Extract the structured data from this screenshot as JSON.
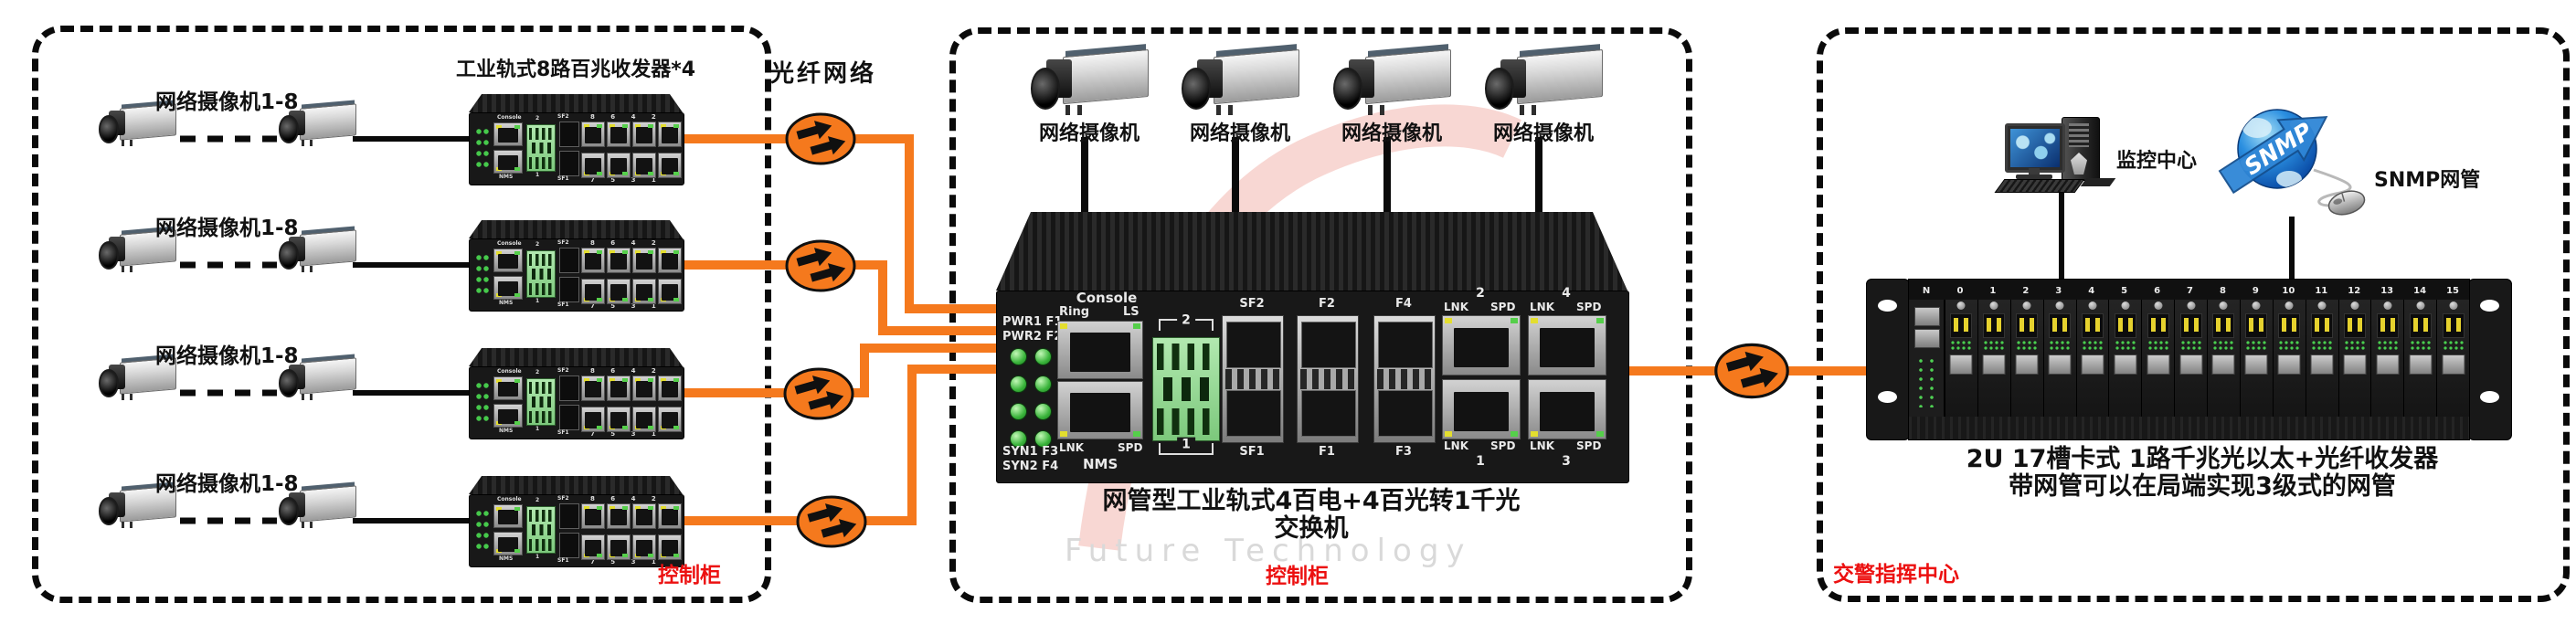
{
  "colors": {
    "orange": "#f5791d",
    "red": "#ec1010",
    "led_green": "#3ab43b",
    "led_yellow": "#e3de2f",
    "terminal_green": "#9ce09c",
    "globe_blue": "#2b8fe0",
    "watermark_gray": "#d9d9d9",
    "watermark_pink": "rgba(237,150,140,0.38)"
  },
  "zones": {
    "fiber_label": "光纤网络",
    "left": {
      "title": "工业轨式8路百兆收发器*4",
      "camera_label": "网络摄像机1-8",
      "cabinet_label": "控制柜"
    },
    "middle": {
      "camera_label": "网络摄像机",
      "caption_line1": "网管型工业轨式4百电+4百光转1千光",
      "caption_line2": "交换机",
      "cabinet_label": "控制柜",
      "watermark_text": "Future Technology"
    },
    "right": {
      "monitor_label": "监控中心",
      "snmp_label": "SNMP网管",
      "globe_text": "SNMP",
      "caption_line1": "2U 17槽卡式 1路千兆光以太+光纤收发器",
      "caption_line2": "带网管可以在局端实现3级式的网管",
      "center_label": "交警指挥中心"
    }
  },
  "switch_panel": {
    "console": "Console",
    "ring": "Ring",
    "ls": "LS",
    "pwr1": "PWR1 F1",
    "pwr2": "PWR2 F2",
    "syn1": "SYN1 F3",
    "syn2": "SYN2 F4",
    "lnk": "LNK",
    "spd": "SPD",
    "nms": "NMS",
    "tb_top": "2",
    "tb_bottom": "1",
    "sfp_top": [
      "SF2",
      "F2",
      "F4"
    ],
    "sfp_bottom": [
      "SF1",
      "F1",
      "F3"
    ],
    "port_top_nums": [
      "2",
      "4"
    ],
    "port_bottom_nums": [
      "1",
      "3"
    ]
  },
  "mini_switch": {
    "console": "Console",
    "nms": "NMS",
    "sf2": "SF2",
    "sf1": "SF1",
    "top_nums": "8 6 4 2",
    "bottom_nums": "7 5 3 1"
  },
  "rack": {
    "slots": [
      "N",
      "0",
      "1",
      "2",
      "3",
      "4",
      "5",
      "6",
      "7",
      "8",
      "9",
      "10",
      "11",
      "12",
      "13",
      "14",
      "15"
    ]
  }
}
